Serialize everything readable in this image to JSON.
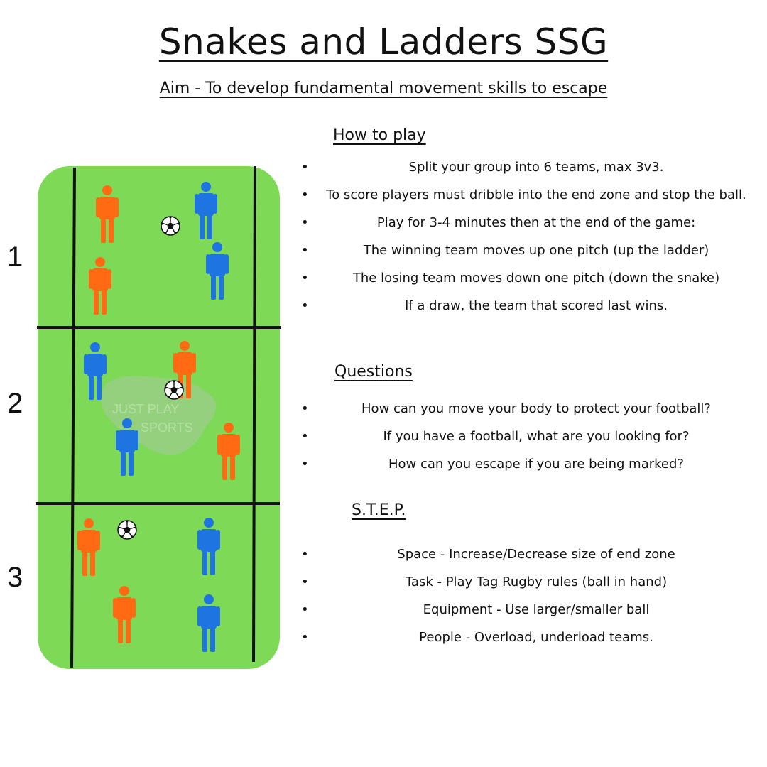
{
  "title": "Snakes and Ladders SSG",
  "aim": "Aim - To develop fundamental movement skills to escape",
  "how_to_play": {
    "heading": "How to play",
    "items": [
      "Split your group into 6 teams, max 3v3.",
      "To score players must dribble into the end zone and stop the ball.",
      "Play for 3-4 minutes then at the end of the game:",
      "The winning team moves up one pitch (up the ladder)",
      "The losing team moves down one pitch (down the snake)",
      "If a draw, the team that scored last wins."
    ]
  },
  "questions": {
    "heading": "Questions",
    "items": [
      "How can you move your body to protect your football?",
      "If you have a football, what are you looking for?",
      "How can you escape if you are being marked?"
    ]
  },
  "step": {
    "heading": "S.T.E.P.",
    "items": [
      "Space - Increase/Decrease size of end zone",
      "Task - Play Tag Rugby rules (ball in hand)",
      "Equipment - Use larger/smaller ball",
      "People - Overload, underload teams."
    ]
  },
  "pitch": {
    "labels": [
      "1",
      "2",
      "3"
    ],
    "watermark": [
      "JUST PLAY",
      "SPORTS"
    ],
    "colors": {
      "grass": "#7ed957",
      "orange_team": "#ff6a13",
      "blue_team": "#1e74e0",
      "lines": "#111111"
    }
  }
}
